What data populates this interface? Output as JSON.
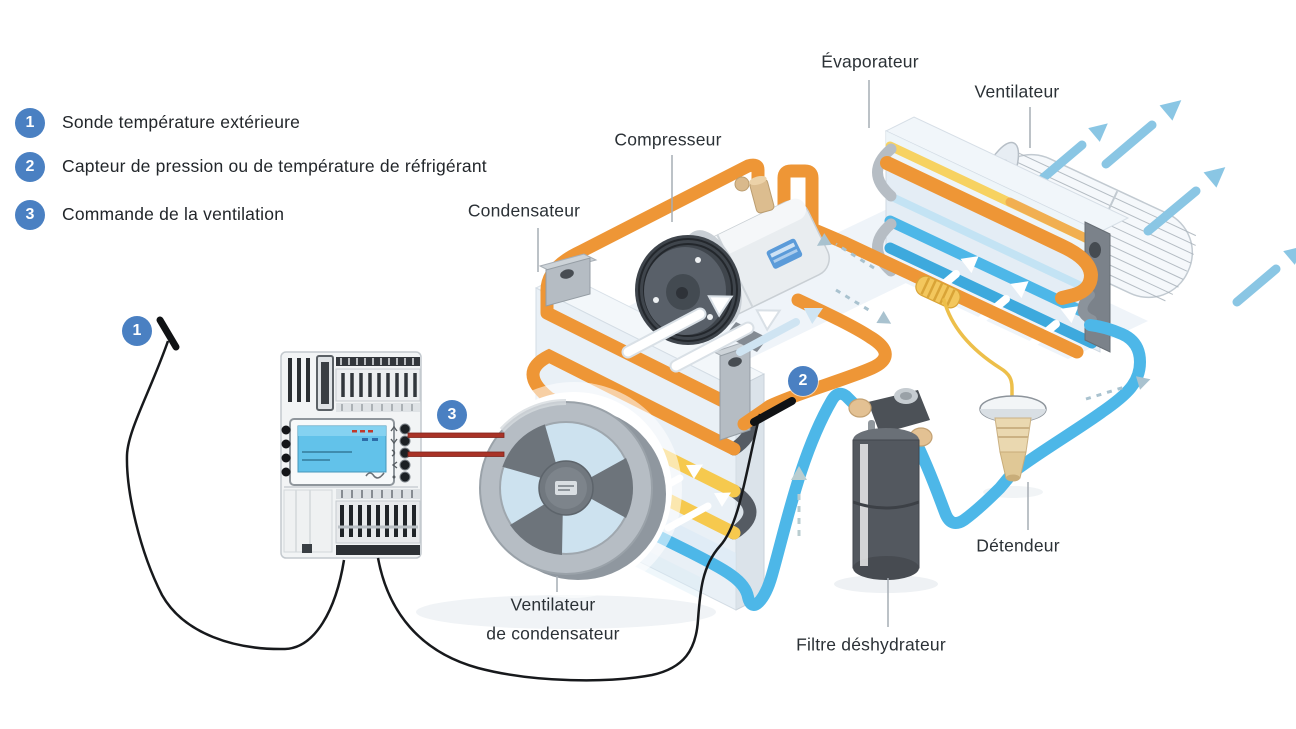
{
  "legend": {
    "items": [
      {
        "number": "1",
        "label": "Sonde température extérieure"
      },
      {
        "number": "2",
        "label": "Capteur de pression ou de température de réfrigérant"
      },
      {
        "number": "3",
        "label": "Commande de la ventilation"
      }
    ]
  },
  "labels": {
    "evaporator": "Évaporateur",
    "evaporator_fan": "Ventilateur",
    "compressor": "Compresseur",
    "condenser": "Condensateur",
    "condenser_fan_line1": "Ventilateur",
    "condenser_fan_line2": "de condensateur",
    "filter_drier": "Filtre déshydrateur",
    "expansion_valve": "Détendeur"
  },
  "markers": {
    "m1": "1",
    "m2": "2",
    "m3": "3"
  },
  "colors": {
    "marker_blue": "#4a80c2",
    "hot_line_orange": "#ee9636",
    "warm_line_yellow": "#f6c94e",
    "cold_line_blue": "#4db7e8",
    "control_wire_red": "#a93226",
    "airflow_blue": "#8ac6e4"
  }
}
